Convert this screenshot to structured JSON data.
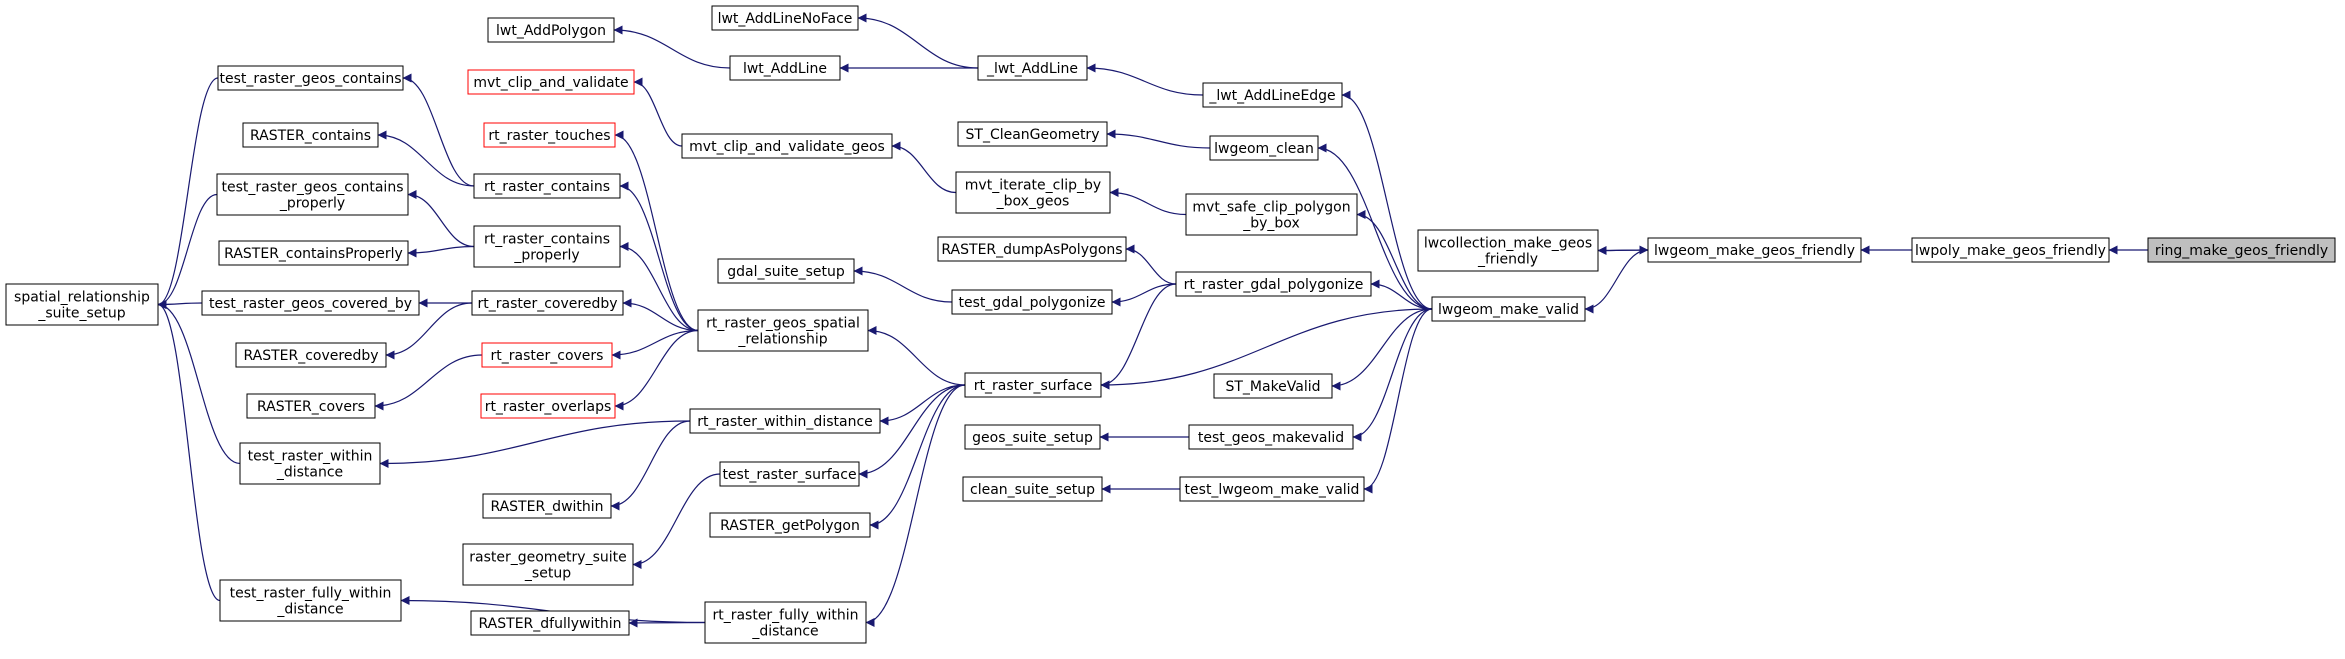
{
  "diagram": {
    "colors": {
      "edge": "#191970",
      "node_border": "#000000",
      "missing_border": "#ff0000",
      "root_fill": "#bfbfbf",
      "node_fill": "#ffffff"
    },
    "nodes": [
      {
        "id": "ring",
        "lines": [
          "ring_make_geos_friendly"
        ],
        "style": "root"
      },
      {
        "id": "lwpoly",
        "lines": [
          "lwpoly_make_geos_friendly"
        ],
        "style": "normal"
      },
      {
        "id": "lwgeom_mgf",
        "lines": [
          "lwgeom_make_geos_friendly"
        ],
        "style": "normal"
      },
      {
        "id": "lwcoll",
        "lines": [
          "lwcollection_make_geos",
          "_friendly"
        ],
        "style": "normal"
      },
      {
        "id": "lwgeom_mv",
        "lines": [
          "lwgeom_make_valid"
        ],
        "style": "normal"
      },
      {
        "id": "lwt_alnf",
        "lines": [
          "lwt_AddLineNoFace"
        ],
        "style": "normal"
      },
      {
        "id": "lwt_apoly",
        "lines": [
          "lwt_AddPolygon"
        ],
        "style": "normal"
      },
      {
        "id": "lwt_al",
        "lines": [
          "lwt_AddLine"
        ],
        "style": "normal"
      },
      {
        "id": "_lwt_al",
        "lines": [
          "_lwt_AddLine"
        ],
        "style": "normal"
      },
      {
        "id": "_lwt_ale",
        "lines": [
          "_lwt_AddLineEdge"
        ],
        "style": "normal"
      },
      {
        "id": "mvt_cav",
        "lines": [
          "mvt_clip_and_validate"
        ],
        "style": "missing"
      },
      {
        "id": "mvt_cavg",
        "lines": [
          "mvt_clip_and_validate_geos"
        ],
        "style": "normal"
      },
      {
        "id": "st_clean",
        "lines": [
          "ST_CleanGeometry"
        ],
        "style": "normal"
      },
      {
        "id": "lwgeom_clean",
        "lines": [
          "lwgeom_clean"
        ],
        "style": "normal"
      },
      {
        "id": "mvt_icb",
        "lines": [
          "mvt_iterate_clip_by",
          "_box_geos"
        ],
        "style": "normal"
      },
      {
        "id": "mvt_scp",
        "lines": [
          "mvt_safe_clip_polygon",
          "_by_box"
        ],
        "style": "normal"
      },
      {
        "id": "raster_dap",
        "lines": [
          "RASTER_dumpAsPolygons"
        ],
        "style": "normal"
      },
      {
        "id": "rt_rgp",
        "lines": [
          "rt_raster_gdal_polygonize"
        ],
        "style": "normal"
      },
      {
        "id": "gdal_setup",
        "lines": [
          "gdal_suite_setup"
        ],
        "style": "normal"
      },
      {
        "id": "test_gp",
        "lines": [
          "test_gdal_polygonize"
        ],
        "style": "normal"
      },
      {
        "id": "st_mv",
        "lines": [
          "ST_MakeValid"
        ],
        "style": "normal"
      },
      {
        "id": "rt_surface",
        "lines": [
          "rt_raster_surface"
        ],
        "style": "normal"
      },
      {
        "id": "geos_setup",
        "lines": [
          "geos_suite_setup"
        ],
        "style": "normal"
      },
      {
        "id": "test_gmv",
        "lines": [
          "test_geos_makevalid"
        ],
        "style": "normal"
      },
      {
        "id": "clean_setup",
        "lines": [
          "clean_suite_setup"
        ],
        "style": "normal"
      },
      {
        "id": "test_lmv",
        "lines": [
          "test_lwgeom_make_valid"
        ],
        "style": "normal"
      },
      {
        "id": "rt_rgsr",
        "lines": [
          "rt_raster_geos_spatial",
          "_relationship"
        ],
        "style": "normal"
      },
      {
        "id": "rt_touches",
        "lines": [
          "rt_raster_touches"
        ],
        "style": "missing"
      },
      {
        "id": "rt_contains",
        "lines": [
          "rt_raster_contains"
        ],
        "style": "normal"
      },
      {
        "id": "rt_cp",
        "lines": [
          "rt_raster_contains",
          "_properly"
        ],
        "style": "normal"
      },
      {
        "id": "rt_coveredby",
        "lines": [
          "rt_raster_coveredby"
        ],
        "style": "normal"
      },
      {
        "id": "rt_covers",
        "lines": [
          "rt_raster_covers"
        ],
        "style": "missing"
      },
      {
        "id": "rt_overlaps",
        "lines": [
          "rt_raster_overlaps"
        ],
        "style": "missing"
      },
      {
        "id": "rt_wd",
        "lines": [
          "rt_raster_within_distance"
        ],
        "style": "normal"
      },
      {
        "id": "test_rs",
        "lines": [
          "test_raster_surface"
        ],
        "style": "normal"
      },
      {
        "id": "raster_gp",
        "lines": [
          "RASTER_getPolygon"
        ],
        "style": "normal"
      },
      {
        "id": "rt_fwd",
        "lines": [
          "rt_raster_fully_within",
          "_distance"
        ],
        "style": "normal"
      },
      {
        "id": "raster_contains",
        "lines": [
          "RASTER_contains"
        ],
        "style": "normal"
      },
      {
        "id": "raster_cp",
        "lines": [
          "RASTER_containsProperly"
        ],
        "style": "normal"
      },
      {
        "id": "raster_coveredby",
        "lines": [
          "RASTER_coveredby"
        ],
        "style": "normal"
      },
      {
        "id": "raster_covers",
        "lines": [
          "RASTER_covers"
        ],
        "style": "normal"
      },
      {
        "id": "raster_dwithin",
        "lines": [
          "RASTER_dwithin"
        ],
        "style": "normal"
      },
      {
        "id": "raster_geom_setup",
        "lines": [
          "raster_geometry_suite",
          "_setup"
        ],
        "style": "normal"
      },
      {
        "id": "raster_dfw",
        "lines": [
          "RASTER_dfullywithin"
        ],
        "style": "normal"
      },
      {
        "id": "test_rgc",
        "lines": [
          "test_raster_geos_contains"
        ],
        "style": "normal"
      },
      {
        "id": "test_rgcp",
        "lines": [
          "test_raster_geos_contains",
          "_properly"
        ],
        "style": "normal"
      },
      {
        "id": "test_rgcb",
        "lines": [
          "test_raster_geos_covered_by"
        ],
        "style": "normal"
      },
      {
        "id": "test_rwd",
        "lines": [
          "test_raster_within",
          "_distance"
        ],
        "style": "normal"
      },
      {
        "id": "test_rfwd",
        "lines": [
          "test_raster_fully_within",
          "_distance"
        ],
        "style": "normal"
      },
      {
        "id": "srs_setup",
        "lines": [
          "spatial_relationship",
          "_suite_setup"
        ],
        "style": "normal"
      }
    ]
  }
}
